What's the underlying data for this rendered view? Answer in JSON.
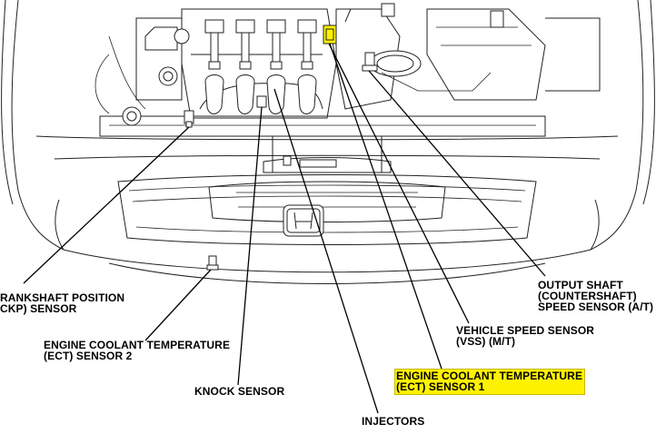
{
  "labels": {
    "ckp_line1": "RANKSHAFT POSITION",
    "ckp_line2": "CKP) SENSOR",
    "ect2_line1": "ENGINE COOLANT TEMPERATURE",
    "ect2_line2": "(ECT) SENSOR 2",
    "knock": "KNOCK SENSOR",
    "injectors": "INJECTORS",
    "ect1_line1": "ENGINE COOLANT TEMPERATURE",
    "ect1_line2": "(ECT) SENSOR 1",
    "vss_line1": "VEHICLE SPEED SENSOR",
    "vss_line2": "(VSS) (M/T)",
    "os_line1": "OUTPUT SHAFT",
    "os_line2": "(COUNTERSHAFT)",
    "os_line3": "SPEED SENSOR (A/T)"
  },
  "colors": {
    "highlight": "#fff200",
    "line": "#000000"
  },
  "icons": {
    "logo": "honda-h-logo"
  }
}
